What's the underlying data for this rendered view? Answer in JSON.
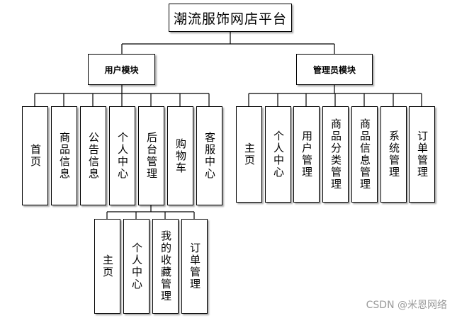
{
  "root": {
    "title": "潮流服饰网店平台"
  },
  "modules": [
    {
      "title": "用户模块",
      "children": [
        "首页",
        "商品信息",
        "公告信息",
        "个人中心",
        "后台管理",
        "购物车",
        "客服中心"
      ]
    },
    {
      "title": "管理员模块",
      "children": [
        "主页",
        "个人中心",
        "用户管理",
        "商品分类管理",
        "商品信息管理",
        "系统管理",
        "订单管理"
      ]
    }
  ],
  "subtree": {
    "parent": "后台管理",
    "children": [
      "主页",
      "个人中心",
      "我的收藏管理",
      "订单管理"
    ]
  },
  "watermark": "CSDN @米恩网络"
}
